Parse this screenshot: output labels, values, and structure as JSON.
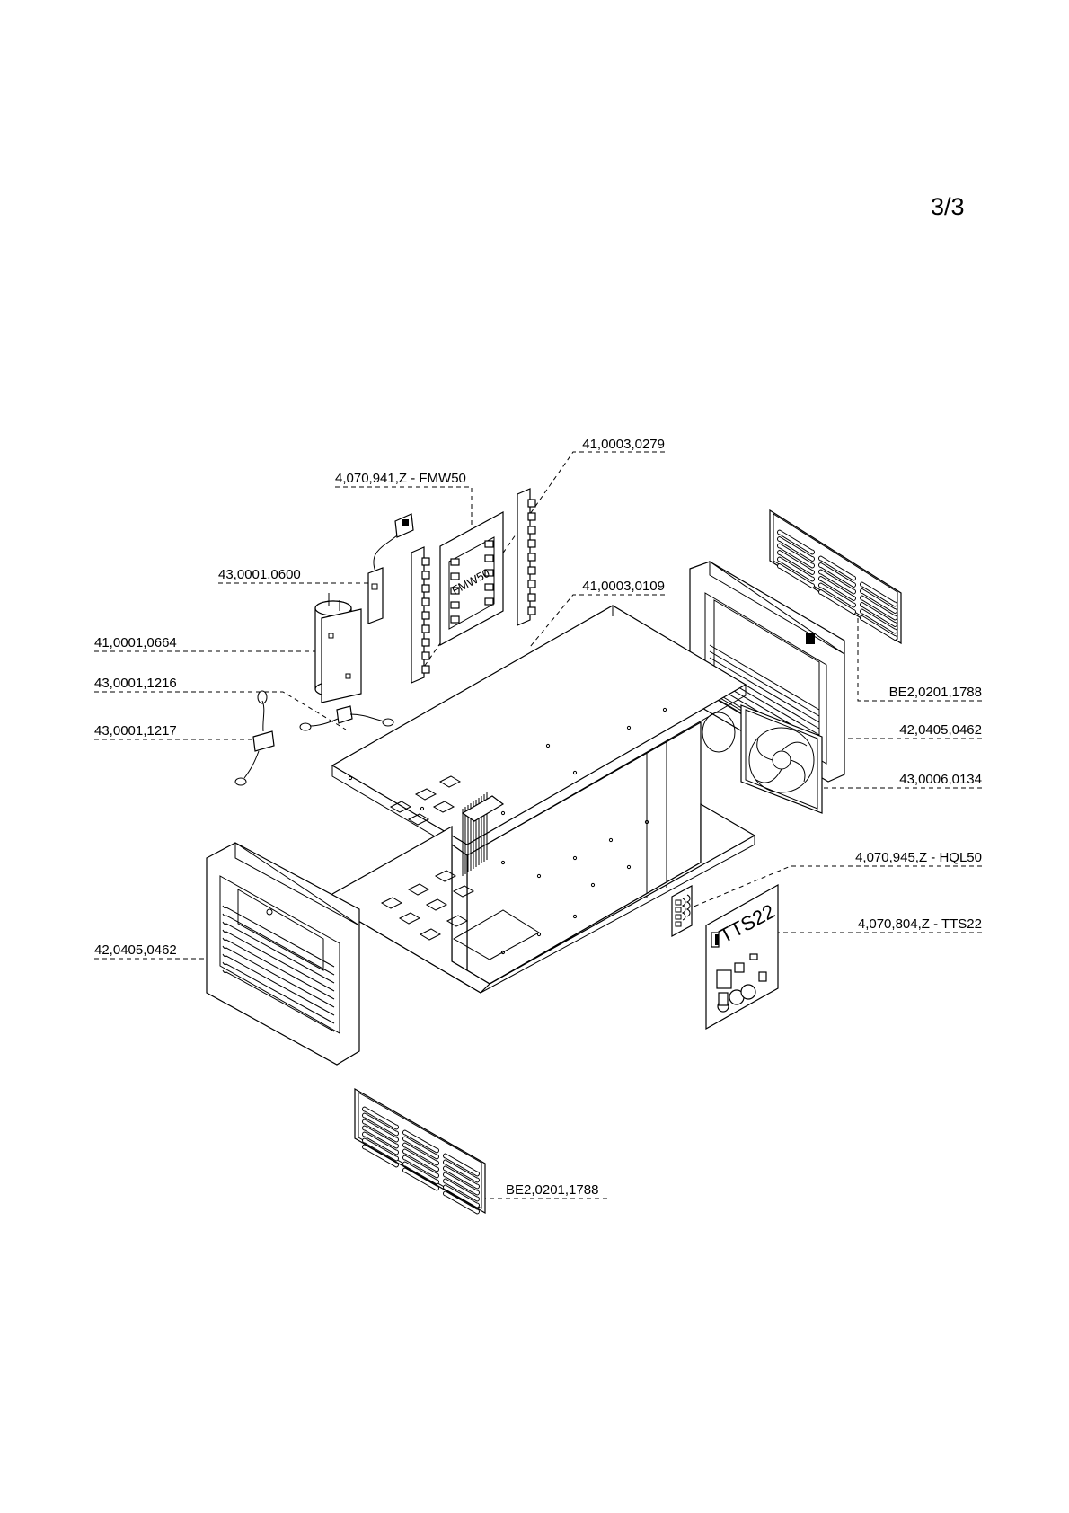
{
  "page": {
    "number": "3/3"
  },
  "parts": [
    {
      "id": "fmw50-board",
      "number": "4,070,941,Z - FMW50"
    },
    {
      "id": "cable-clamp-top",
      "number": "41,0003,0279"
    },
    {
      "id": "connector-0600",
      "number": "43,0001,0600"
    },
    {
      "id": "cable-clamp-mid",
      "number": "41,0003,0109"
    },
    {
      "id": "capacitor",
      "number": "41,0001,0664"
    },
    {
      "id": "sensor-1216",
      "number": "43,0001,1216"
    },
    {
      "id": "sensor-1217",
      "number": "43,0001,1217"
    },
    {
      "id": "vent-grille-rear",
      "number": "BE2,0201,1788"
    },
    {
      "id": "rear-frame",
      "number": "42,0405,0462"
    },
    {
      "id": "fan",
      "number": "43,0006,0134"
    },
    {
      "id": "hql50-board",
      "number": "4,070,945,Z - HQL50"
    },
    {
      "id": "tts22-board",
      "number": "4,070,804,Z - TTS22"
    },
    {
      "id": "front-frame",
      "number": "42,0405,0462"
    },
    {
      "id": "vent-grille-bottom",
      "number": "BE2,0201,1788"
    }
  ],
  "board_marks": {
    "fmw50": "FMW50",
    "tts22": "TTS22"
  }
}
